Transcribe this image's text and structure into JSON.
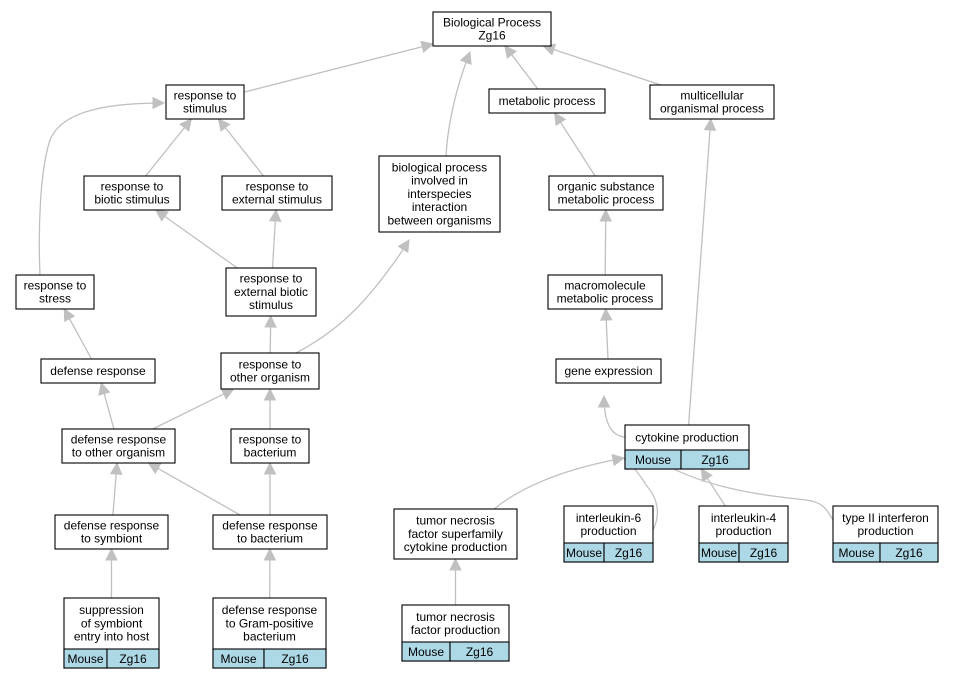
{
  "colors": {
    "edge": "#c0c0c0",
    "annotation_fill": "#add8e6",
    "node_border": "#000000"
  },
  "nodes": {
    "bp": {
      "lines": [
        "Biological Process",
        "Zg16"
      ]
    },
    "rstim": {
      "lines": [
        "response to",
        "stimulus"
      ]
    },
    "metab": {
      "lines": [
        "metabolic process"
      ]
    },
    "multi": {
      "lines": [
        "multicellular",
        "organismal process"
      ]
    },
    "bpinter": {
      "lines": [
        "biological process",
        "involved in",
        "interspecies",
        "interaction",
        "between organisms"
      ]
    },
    "rbiotic": {
      "lines": [
        "response to",
        "biotic stimulus"
      ]
    },
    "rext": {
      "lines": [
        "response to",
        "external stimulus"
      ]
    },
    "orgsub": {
      "lines": [
        "organic substance",
        "metabolic process"
      ]
    },
    "rstress": {
      "lines": [
        "response to",
        "stress"
      ]
    },
    "rextbio": {
      "lines": [
        "response to",
        "external biotic",
        "stimulus"
      ]
    },
    "macro": {
      "lines": [
        "macromolecule",
        "metabolic process"
      ]
    },
    "defresp": {
      "lines": [
        "defense response"
      ]
    },
    "rother": {
      "lines": [
        "response to",
        "other organism"
      ]
    },
    "geneexp": {
      "lines": [
        "gene expression"
      ]
    },
    "defother": {
      "lines": [
        "defense response",
        "to other organism"
      ]
    },
    "rbact": {
      "lines": [
        "response to",
        "bacterium"
      ]
    },
    "cytoprod": {
      "lines": [
        "cytokine production"
      ],
      "annot": [
        "Mouse",
        "Zg16"
      ]
    },
    "tnfsf": {
      "lines": [
        "tumor necrosis",
        "factor superfamily",
        "cytokine production"
      ]
    },
    "il6": {
      "lines": [
        "interleukin-6",
        "production"
      ],
      "annot": [
        "Mouse",
        "Zg16"
      ]
    },
    "il4": {
      "lines": [
        "interleukin-4",
        "production"
      ],
      "annot": [
        "Mouse",
        "Zg16"
      ]
    },
    "ifn2": {
      "lines": [
        "type II interferon",
        "production"
      ],
      "annot": [
        "Mouse",
        "Zg16"
      ]
    },
    "defsym": {
      "lines": [
        "defense response",
        "to symbiont"
      ]
    },
    "defbact": {
      "lines": [
        "defense response",
        "to bacterium"
      ]
    },
    "suppsym": {
      "lines": [
        "suppression",
        "of symbiont",
        "entry into host"
      ],
      "annot": [
        "Mouse",
        "Zg16"
      ]
    },
    "defgram": {
      "lines": [
        "defense response",
        "to Gram-positive",
        "bacterium"
      ],
      "annot": [
        "Mouse",
        "Zg16"
      ]
    },
    "tnfprod": {
      "lines": [
        "tumor necrosis",
        "factor production"
      ],
      "annot": [
        "Mouse",
        "Zg16"
      ]
    }
  },
  "edges": [
    [
      "rstim",
      "bp"
    ],
    [
      "bpinter",
      "bp"
    ],
    [
      "metab",
      "bp"
    ],
    [
      "multi",
      "bp"
    ],
    [
      "rbiotic",
      "rstim"
    ],
    [
      "rext",
      "rstim"
    ],
    [
      "rstress",
      "rstim"
    ],
    [
      "orgsub",
      "metab"
    ],
    [
      "cytoprod",
      "multi"
    ],
    [
      "rextbio",
      "rbiotic"
    ],
    [
      "rextbio",
      "rext"
    ],
    [
      "rother",
      "rextbio"
    ],
    [
      "rother",
      "bpinter"
    ],
    [
      "macro",
      "orgsub"
    ],
    [
      "geneexp",
      "macro"
    ],
    [
      "defresp",
      "rstress"
    ],
    [
      "defother",
      "defresp"
    ],
    [
      "defother",
      "rother"
    ],
    [
      "rbact",
      "rother"
    ],
    [
      "cytoprod",
      "geneexp"
    ],
    [
      "defsym",
      "defother"
    ],
    [
      "defbact",
      "defother"
    ],
    [
      "defbact",
      "rbact"
    ],
    [
      "suppsym",
      "defsym"
    ],
    [
      "defgram",
      "defbact"
    ],
    [
      "tnfsf",
      "cytoprod"
    ],
    [
      "il6",
      "cytoprod"
    ],
    [
      "il4",
      "cytoprod"
    ],
    [
      "ifn2",
      "cytoprod"
    ],
    [
      "tnfprod",
      "tnfsf"
    ]
  ]
}
